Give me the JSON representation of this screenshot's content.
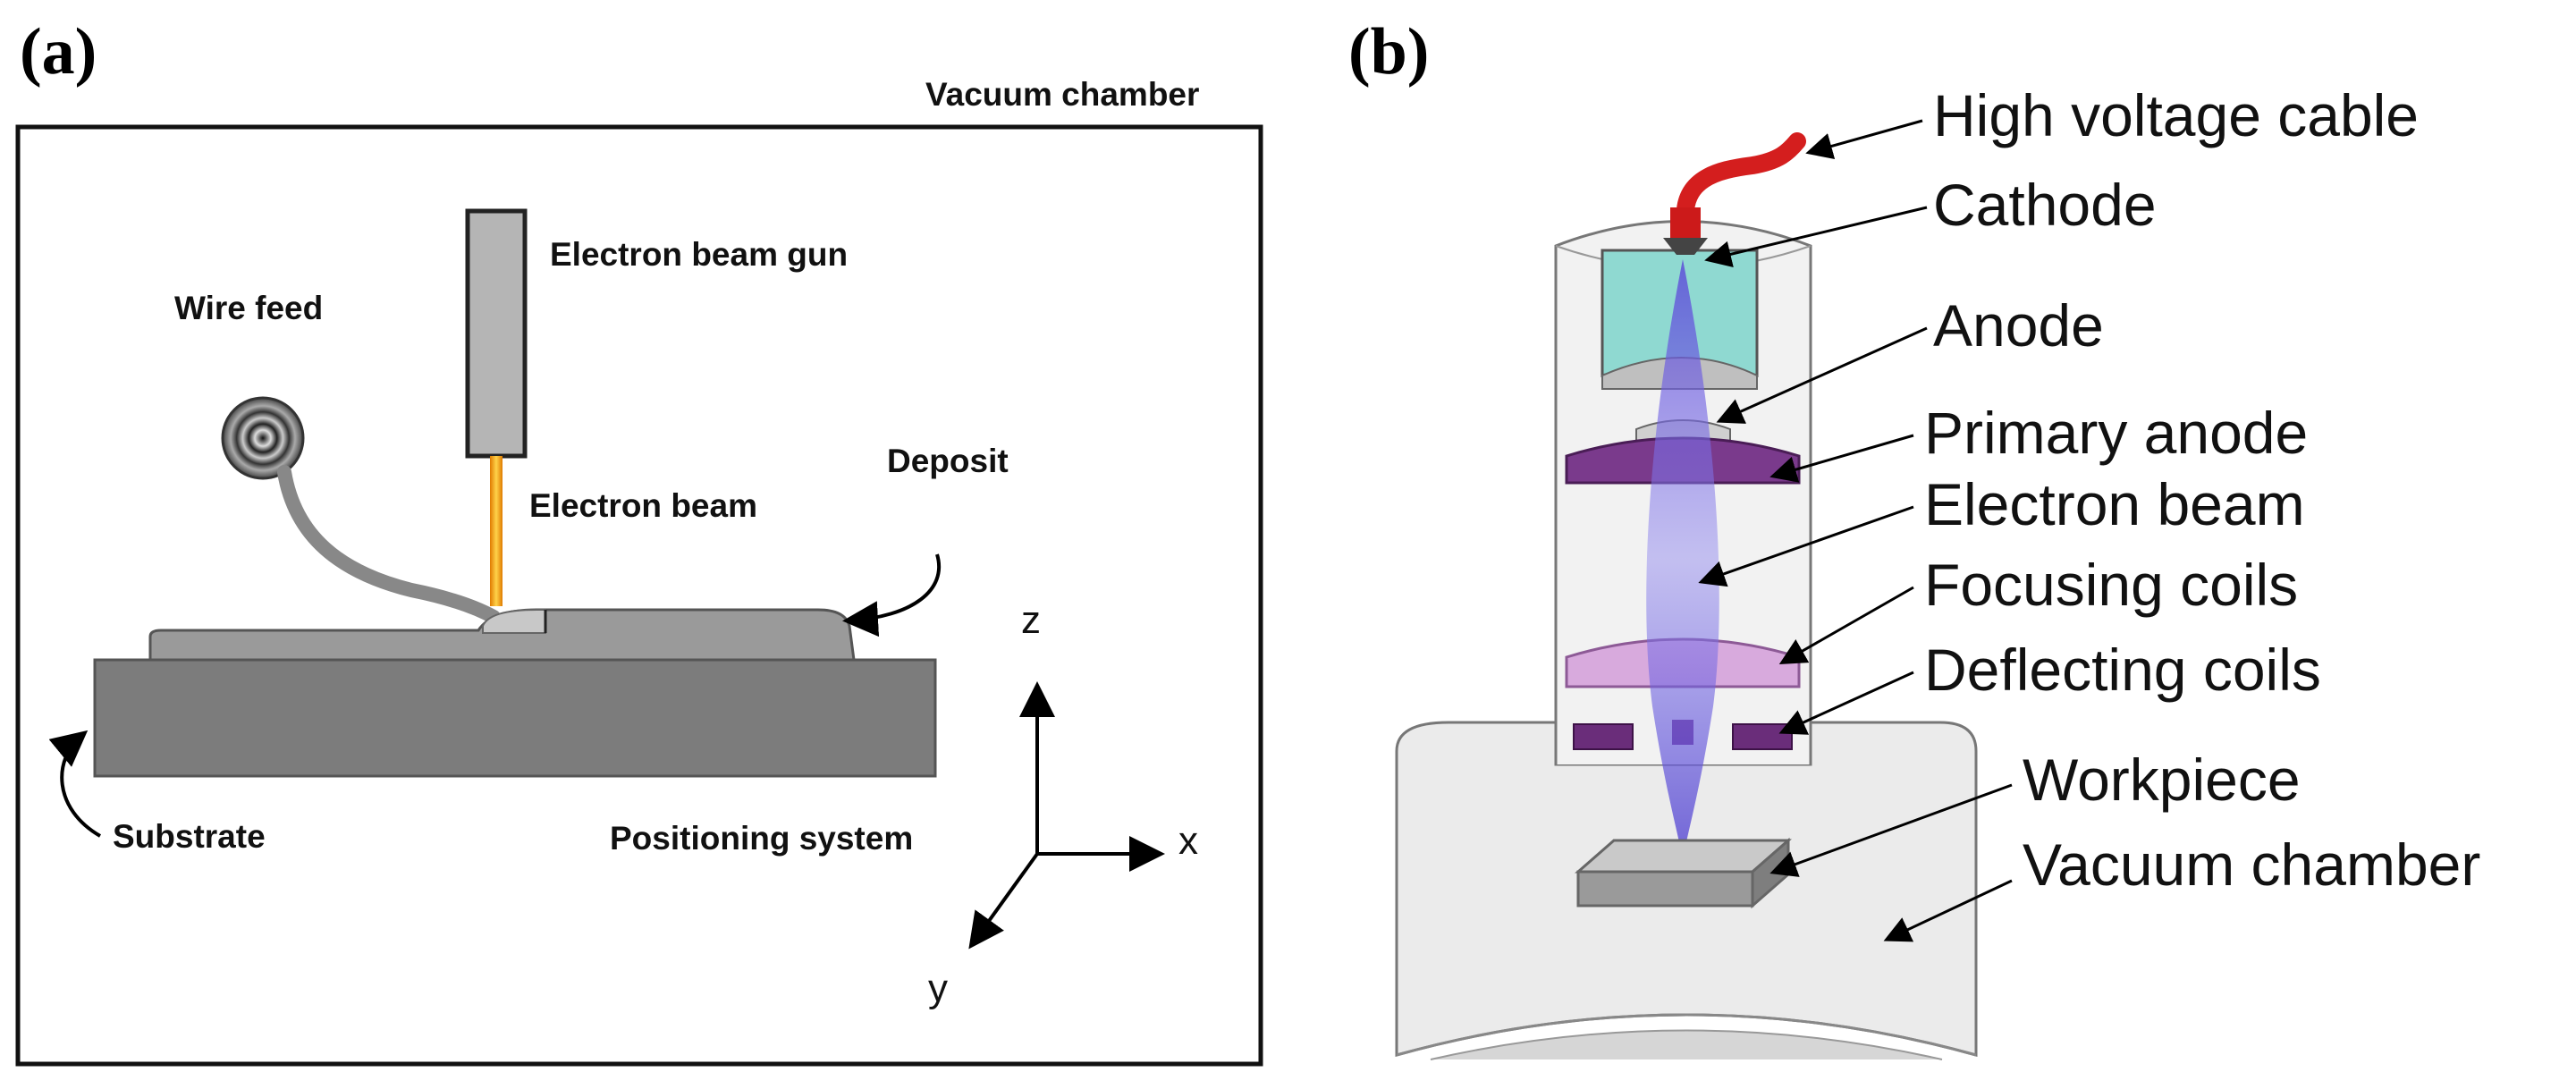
{
  "panel_a": {
    "letter": "(a)",
    "labels": {
      "vacuum_chamber": "Vacuum chamber",
      "electron_beam_gun": "Electron beam gun",
      "wire_feed": "Wire feed",
      "deposit": "Deposit",
      "electron_beam": "Electron beam",
      "substrate": "Substrate",
      "positioning_system": "Positioning system"
    },
    "axes": {
      "x": "x",
      "y": "y",
      "z": "z"
    }
  },
  "panel_b": {
    "letter": "(b)",
    "labels": {
      "high_voltage_cable": "High voltage cable",
      "cathode": "Cathode",
      "anode": "Anode",
      "primary_anode": "Primary anode",
      "electron_beam": "Electron beam",
      "focusing_coils": "Focusing coils",
      "deflecting_coils": "Deflecting coils",
      "workpiece": "Workpiece",
      "vacuum_chamber": "Vacuum chamber"
    }
  },
  "colors": {
    "beam_a": "#f5a623",
    "cable": "#e02020",
    "cathode_housing": "#7fd6cc",
    "primary_anode": "#7a3a8c",
    "focusing_coils": "#d6a8dc",
    "deflecting_coils": "#6a2d7a",
    "beam_b": "#7b6ee6"
  }
}
